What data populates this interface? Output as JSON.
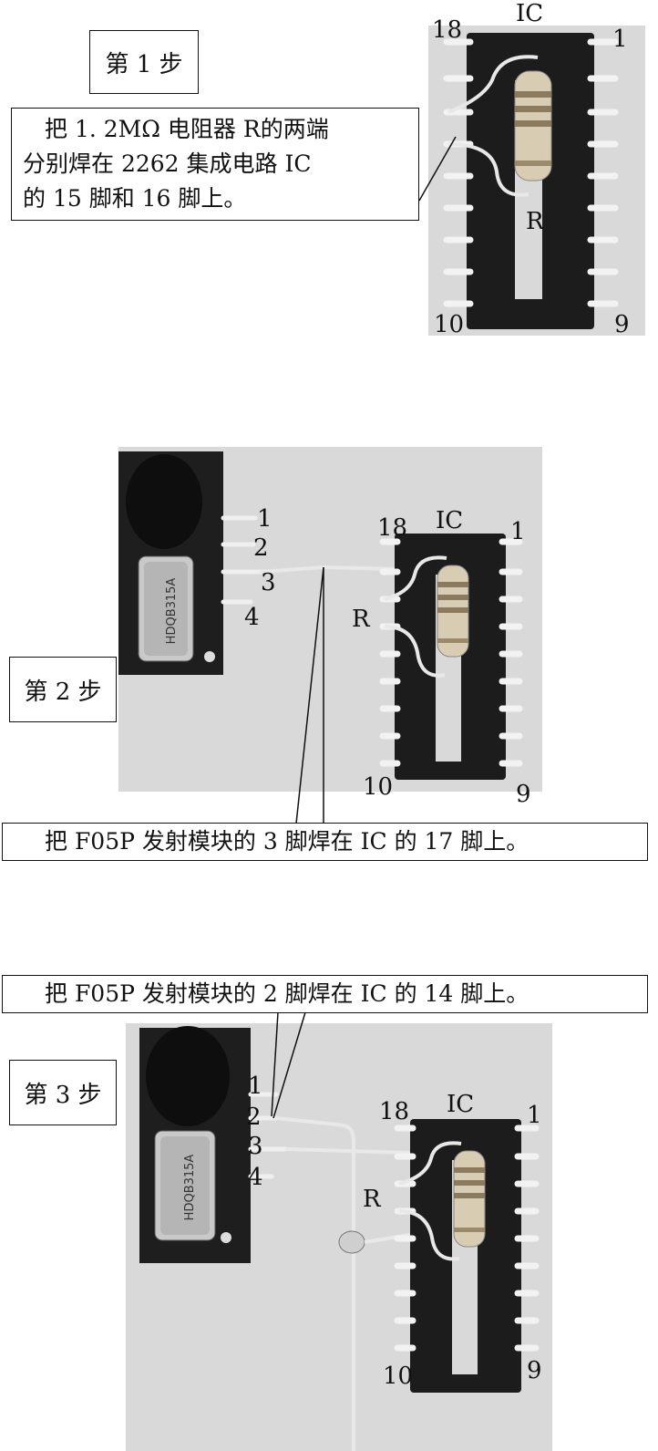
{
  "step1": {
    "step_label": "第 1 步",
    "caption_lines": [
      "把 1. 2MΩ 电阻器 R的两端",
      "分别焊在 2262 集成电路 IC",
      "的 15 脚和 16 脚上。"
    ],
    "chip_label": "IC",
    "pin_18": "18",
    "pin_1": "1",
    "pin_10": "10",
    "pin_9": "9",
    "resistor_label": "R"
  },
  "step2": {
    "step_label": "第 2 步",
    "caption": "把 F05P 发射模块的 3 脚焊在 IC 的 17 脚上。",
    "module_pins": [
      "1",
      "2",
      "3",
      "4"
    ],
    "module_text": "HDQB315A",
    "chip_label": "IC",
    "pin_18": "18",
    "pin_1": "1",
    "pin_10": "10",
    "pin_9": "9",
    "resistor_label": "R"
  },
  "step3": {
    "step_label": "第 3 步",
    "caption": "把 F05P 发射模块的 2 脚焊在 IC 的 14 脚上。",
    "module_pins": [
      "1",
      "2",
      "3",
      "4"
    ],
    "module_text": "HDQB315A",
    "chip_label": "IC",
    "pin_18": "18",
    "pin_1": "1",
    "pin_10": "10",
    "pin_9": "9",
    "resistor_label": "R"
  }
}
